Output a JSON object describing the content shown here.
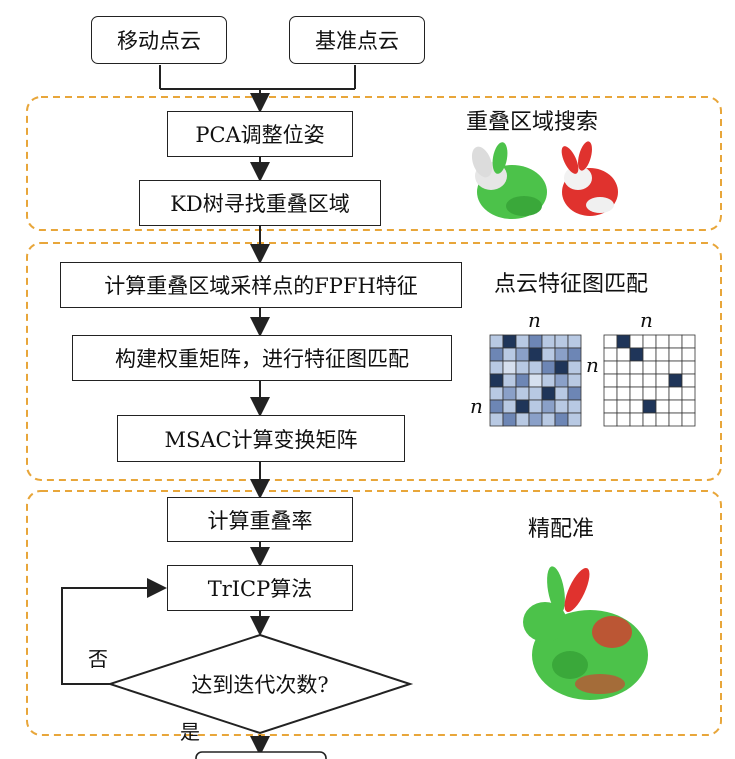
{
  "inputs": {
    "moving_cloud": "移动点云",
    "reference_cloud": "基准点云"
  },
  "section1": {
    "title": "重叠区域搜索",
    "step1": "PCA调整位姿",
    "step2": "KD树寻找重叠区域"
  },
  "section2": {
    "title": "点云特征图匹配",
    "step1": "计算重叠区域采样点的FPFH特征",
    "step2": "构建权重矩阵，进行特征图匹配",
    "step3": "MSAC计算变换矩阵",
    "matrix_label": "n"
  },
  "section3": {
    "title": "精配准",
    "step1": "计算重叠率",
    "step2": "TrICP算法",
    "decision": "达到迭代次数?",
    "no_label": "否",
    "yes_label": "是"
  },
  "colors": {
    "dashed_border": "#e8a63a",
    "bunny_green": "#4cc24a",
    "bunny_red": "#e0322e",
    "matrix_dark": "#1f3559",
    "matrix_mid": "#6d86b5",
    "matrix_light": "#b8c9e3"
  }
}
